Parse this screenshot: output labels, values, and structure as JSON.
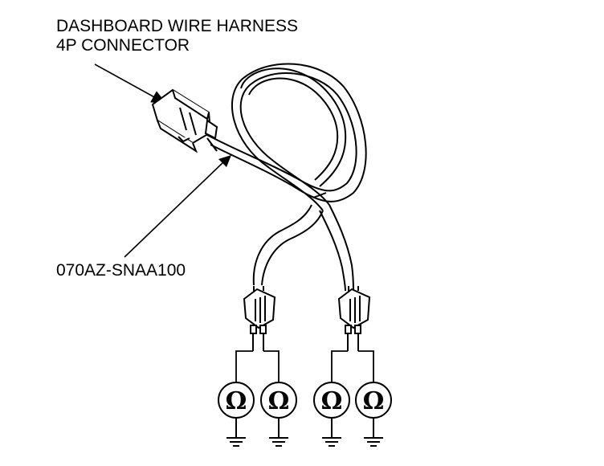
{
  "labels": {
    "connector_line1": "DASHBOARD WIRE HARNESS",
    "connector_line2": "4P CONNECTOR",
    "part_number": "070AZ-SNAA100"
  },
  "meters": [
    {
      "symbol": "Ω",
      "icon": "ohmmeter-icon"
    },
    {
      "symbol": "Ω",
      "icon": "ohmmeter-icon"
    },
    {
      "symbol": "Ω",
      "icon": "ohmmeter-icon"
    },
    {
      "symbol": "Ω",
      "icon": "ohmmeter-icon"
    }
  ],
  "colors": {
    "line": "#000000",
    "background": "#ffffff"
  }
}
